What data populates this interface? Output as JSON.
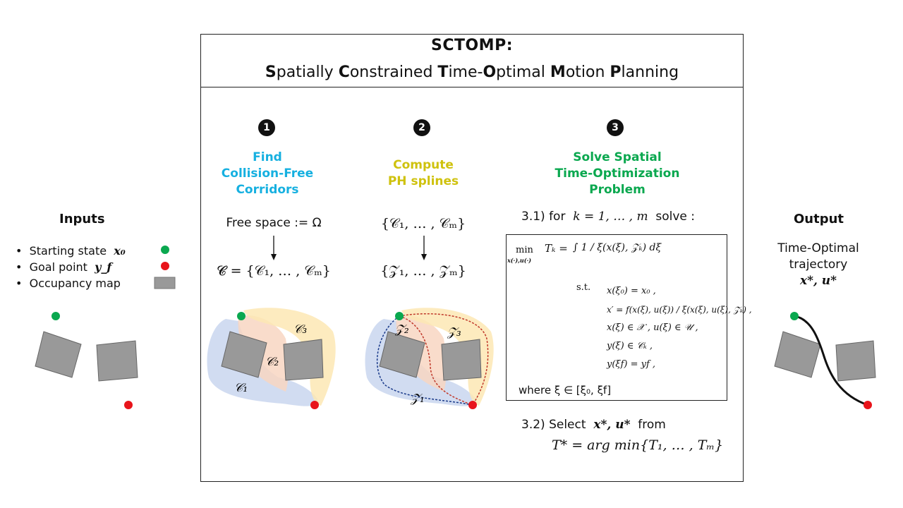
{
  "title": {
    "line1": "SCTOMP:",
    "line2_parts": [
      {
        "bold": "S",
        "rest": "patially "
      },
      {
        "bold": "C",
        "rest": "onstrained "
      },
      {
        "bold": "T",
        "rest": "ime-"
      },
      {
        "bold": "O",
        "rest": "ptimal  "
      },
      {
        "bold": "M",
        "rest": "otion "
      },
      {
        "bold": "P",
        "rest": "lanning"
      }
    ]
  },
  "inputs": {
    "heading": "Inputs",
    "items": [
      {
        "label": "Starting state",
        "symbol": "x₀",
        "marker": "green-dot"
      },
      {
        "label": "Goal point",
        "symbol": "y_f",
        "marker": "red-dot"
      },
      {
        "label": "Occupancy map",
        "marker": "gray-square"
      }
    ]
  },
  "output": {
    "heading": "Output",
    "line1": "Time-Optimal",
    "line2": "trajectory",
    "symbol": "x*, u*"
  },
  "steps": [
    {
      "num": "1",
      "title_lines": [
        "Find",
        "Collision-Free",
        "Corridors"
      ],
      "color": "#16b0e0",
      "top_expr": "Free space := Ω",
      "bottom_expr": "𝓒 = {𝒞₁, … , 𝒞ₘ}",
      "labels": [
        "𝒞₁",
        "𝒞₂",
        "𝒞₃"
      ]
    },
    {
      "num": "2",
      "title_lines": [
        "Compute",
        "PH splines"
      ],
      "color": "#cfc20e",
      "top_expr": "{𝒞₁, … , 𝒞ₘ}",
      "bottom_expr": "{𝒵₁, … , 𝒵ₘ}",
      "labels": [
        "𝒵₁",
        "𝒵₂",
        "𝒵₃"
      ]
    },
    {
      "num": "3",
      "title_lines": [
        "Solve Spatial",
        "Time-Optimization",
        "Problem"
      ],
      "color": "#0aa84f"
    }
  ],
  "step3": {
    "sub1_prefix": "3.1)  for",
    "sub1_expr": "k = 1, … , m",
    "sub1_suffix": "solve :",
    "formula": {
      "min_label": "min",
      "min_sub": "x(·),u(·)",
      "objective_lhs": "Tₖ =",
      "objective_rhs": "∫ 1 / ξ̇(x(ξ), 𝒵ₖ) dξ",
      "st": "s.t.",
      "constraints": [
        "x(ξ₀) = x₀ ,",
        "x′ = f(x(ξ), u(ξ)) / ξ̇(x(ξ), u(ξ), 𝒵ₖ) ,",
        "x(ξ) ∈ 𝒳 ,  u(ξ) ∈ 𝒰 ,",
        "y(ξ) ∈ 𝒞ₖ ,",
        "y(ξf) = yf ,"
      ],
      "where": "where  ξ ∈ [ξ₀, ξf]"
    },
    "sub2_prefix": "3.2)  Select",
    "sub2_symbol": "x*, u*",
    "sub2_suffix": "from",
    "sub2_expr": "T* = arg min{T₁, … , Tₘ}"
  },
  "colors": {
    "green_marker": "#0aa84f",
    "red_marker": "#e8141b",
    "obstacle": "#999999",
    "corridor_blue": "#c9d6ee",
    "corridor_orange": "#f8d6c2",
    "corridor_yellow": "#fde8b4"
  }
}
